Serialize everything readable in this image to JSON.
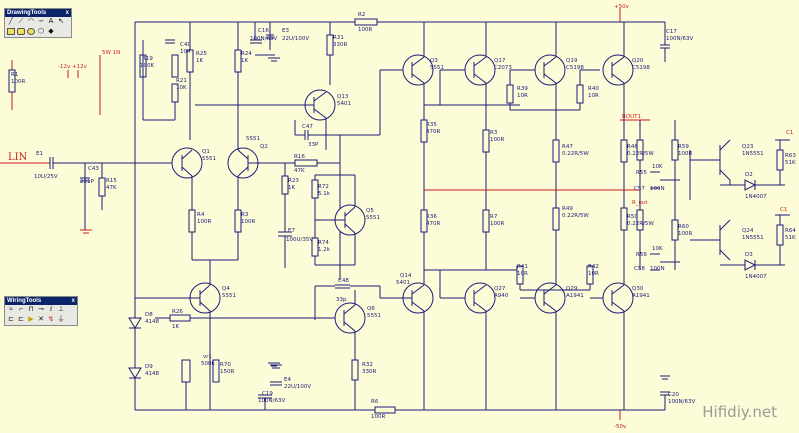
{
  "drawing_tools": {
    "title": "DrawingTools",
    "close": "x",
    "tools": [
      "line",
      "polyline",
      "arc",
      "curve",
      "A",
      "text",
      "rect",
      "rounded-rect",
      "ellipse",
      "polygon",
      "fill"
    ]
  },
  "wiring_tools": {
    "title": "WiringTools",
    "close": "x",
    "tools": [
      "wire",
      "bus",
      "label",
      "junction",
      "port",
      "power",
      "ground",
      "node"
    ]
  },
  "labels": {
    "vp": "+50v",
    "vn": "-50v",
    "lin": "LIN",
    "rout": "ROUT1",
    "rout2": "R_out",
    "c1": "C1",
    "c1b": "C1",
    "minus12": "-12v",
    "plus12": "+12v",
    "w5": "5W  1N",
    "r1": "R1",
    "r1v": "100R",
    "e1": "E1",
    "e1v": "10U/25V",
    "c43": "C43",
    "c43v": "221P",
    "r15": "R15",
    "r15v": "47K",
    "r19": "R19",
    "r19v": "100K",
    "c40": "C40",
    "c40v": "104",
    "r25": "R25",
    "r25v": "1K",
    "r21": "R21",
    "r21v": "10K",
    "r24": "R24",
    "r24v": "1K",
    "c16": "C16",
    "c16v": "100N/63V",
    "e3": "E3",
    "e3v": "22U/100V",
    "r2": "R2",
    "r2v": "100R",
    "r31": "R31",
    "r31v": "330R",
    "q13": "Q13",
    "q13v": "5401",
    "c47": "C47",
    "c47v": "33P",
    "q1": "Q1",
    "q1v": "5551",
    "q2": "Q2",
    "q2v": "5551",
    "r4": "R4",
    "r4v": "100R",
    "r3": "R3",
    "r3v": "100R",
    "r16": "R16",
    "r16v": "47K",
    "r23": "R23",
    "r23v": "1K",
    "e7": "E7",
    "e7v": "100U/35V",
    "r72": "R72",
    "r72v": "5.1k",
    "q5": "Q5",
    "q5v": "5551",
    "r74": "R74",
    "r74v": "1.2k",
    "c48": "C48",
    "c48v": "33p",
    "q4": "Q4",
    "q4v": "5551",
    "d8": "D8",
    "d8v": "4148",
    "d9": "D9",
    "d9v": "4148",
    "r26": "R26",
    "r26v": "1K",
    "vr": "vr1",
    "vrv": "500k",
    "r70": "R70",
    "r70v": "150R",
    "q6": "Q6",
    "q6v": "5551",
    "r32": "R32",
    "r32v": "330R",
    "c19": "C19",
    "c19v": "100N/63V",
    "e4": "E4",
    "e4v": "22U/100V",
    "r6": "R6",
    "r6v": "100R",
    "q3": "Q3",
    "q3v": "5551",
    "q17": "Q17",
    "q17v": "C2073",
    "q19": "Q19",
    "q19v": "C5198",
    "q20": "Q20",
    "q20v": "C5198",
    "r35": "R35",
    "r35v": "470R",
    "r36": "R36",
    "r36v": "470R",
    "q14": "Q14",
    "q14v": "5401",
    "r39": "R39",
    "r39v": "10R",
    "r40": "R40",
    "r40v": "10R",
    "rr3": "R3",
    "rr3v": "100R",
    "rr7": "R7",
    "rr7v": "100R",
    "r47": "R47",
    "r47v": "0.22R/5W",
    "r49": "R49",
    "r49v": "0.22R/5W",
    "q27": "Q27",
    "q27v": "A940",
    "q29": "Q29",
    "q29v": "A1941",
    "q30": "Q30",
    "q30v": "A1941",
    "r41": "R41",
    "r41v": "10R",
    "r42": "R42",
    "r42v": "10R",
    "r48": "R48",
    "r48v": "0.22R/5W",
    "r50": "R50",
    "r50v": "0.22R/5W",
    "r59": "R59",
    "r59v": "100R",
    "r60": "R60",
    "r60v": "100R",
    "r55": "R55",
    "r55v": "10K",
    "r56": "R56",
    "r56v": "10K",
    "c57": "C57",
    "c57v": "100N",
    "c58": "C58",
    "c58v": "100N",
    "q23": "Q23",
    "q23v": "1N5551",
    "q24": "Q24",
    "q24v": "1N5551",
    "d2": "D2",
    "d2v": "1N4007",
    "d3": "D3",
    "d3v": "1N4007",
    "r63": "R63",
    "r63v": "51K",
    "r64": "R64",
    "r64v": "51K",
    "c17": "C17",
    "c17v": "100N/63V",
    "c20": "C20",
    "c20v": "100N/63V"
  },
  "watermark": "Hifidiy.net"
}
